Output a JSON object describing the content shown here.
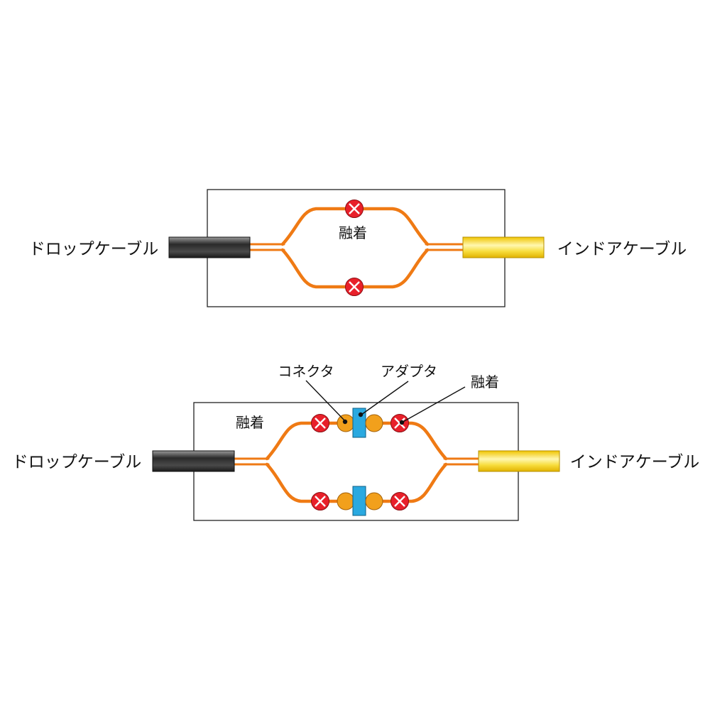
{
  "colors": {
    "fiber": "#ef7a14",
    "fusion_fill": "#e8202a",
    "connector_fill": "#f2a01c",
    "adapter_fill": "#2aa9e0",
    "drop_cable": "#333333",
    "indoor_cable": "#f5d21c"
  },
  "diagram1": {
    "left_cable_label": "ドロップケーブル",
    "right_cable_label": "インドアケーブル",
    "fusion_label": "融着"
  },
  "diagram2": {
    "left_cable_label": "ドロップケーブル",
    "right_cable_label": "インドアケーブル",
    "connector_label": "コネクタ",
    "adapter_label": "アダプタ",
    "fusion_label_right": "融着",
    "fusion_label_box": "融着"
  },
  "icons": [
    "fusion-splice-icon",
    "connector-icon",
    "adapter-icon"
  ]
}
